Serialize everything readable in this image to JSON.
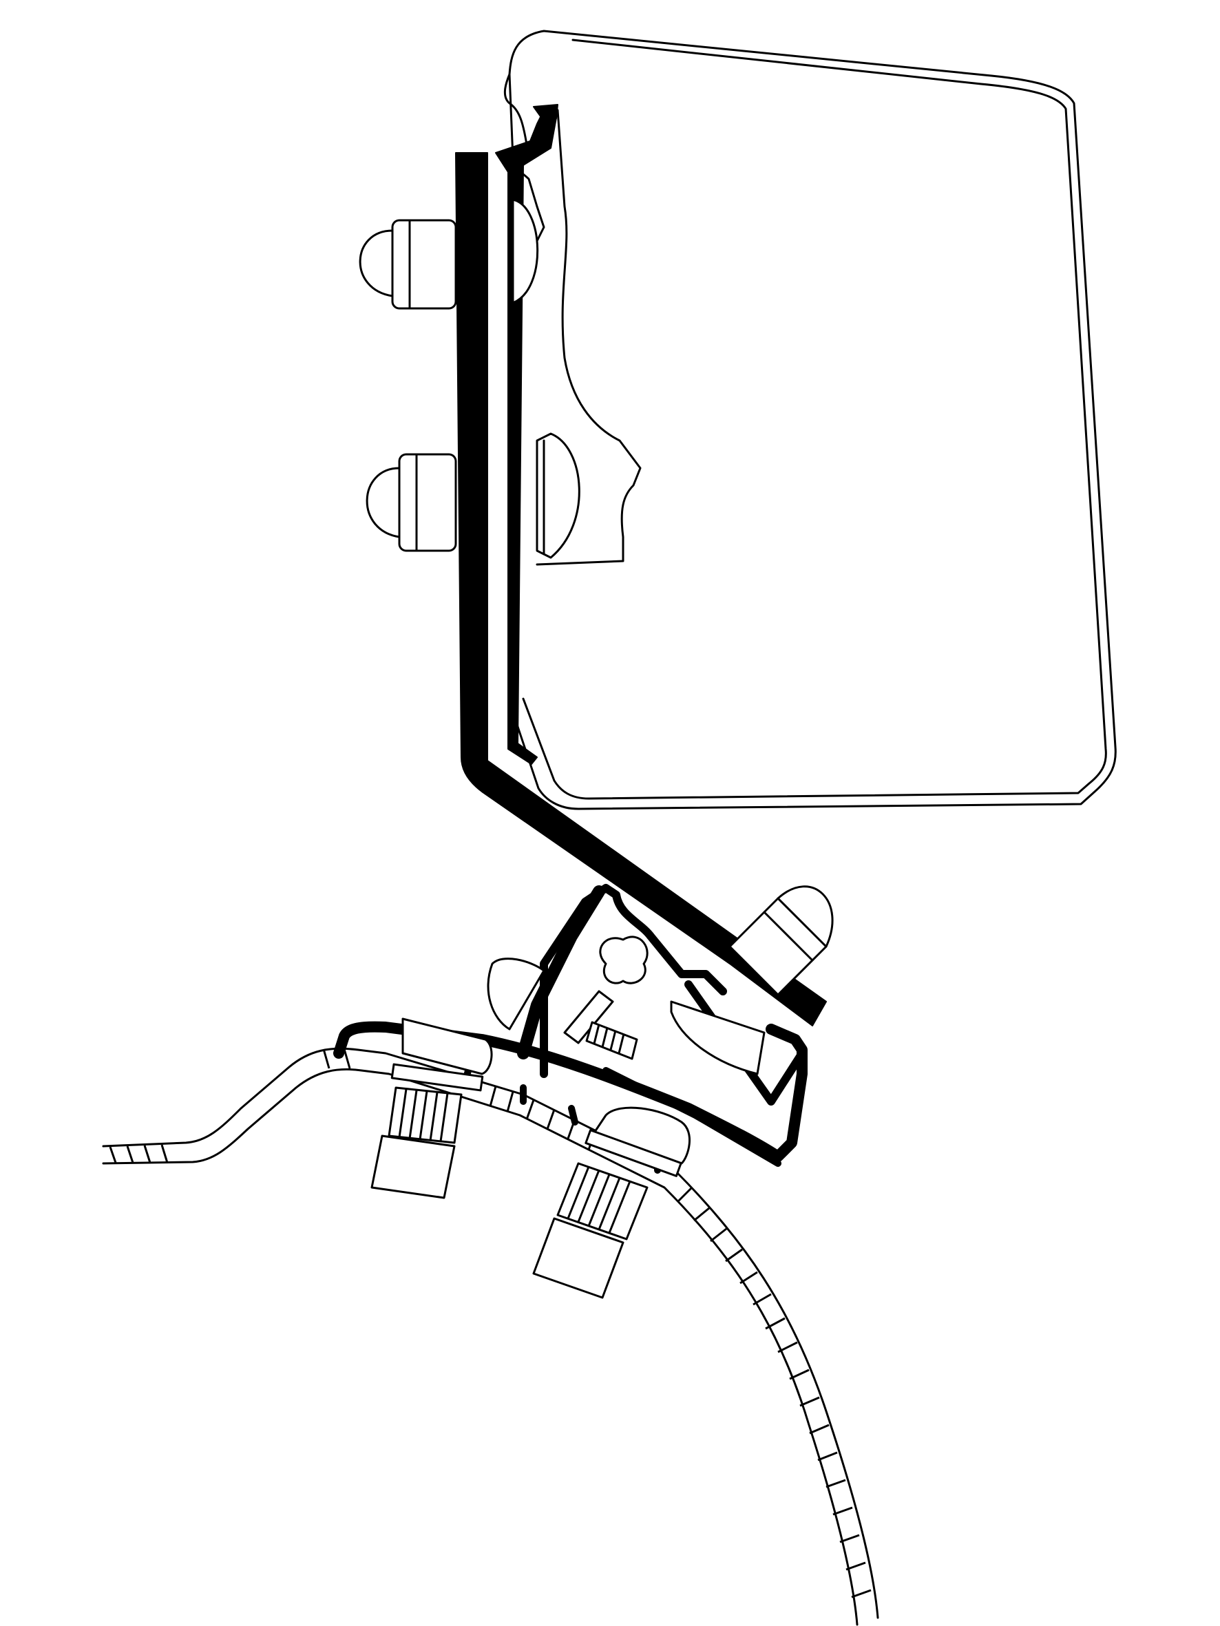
{
  "diagram": {
    "background": "#ffffff",
    "line_color": "#000000",
    "parts": [
      "awning-cassette",
      "mounting-bracket",
      "bracket-bolt",
      "adapter-clamp",
      "clamp-bolt",
      "mirror-arm-tube"
    ]
  }
}
